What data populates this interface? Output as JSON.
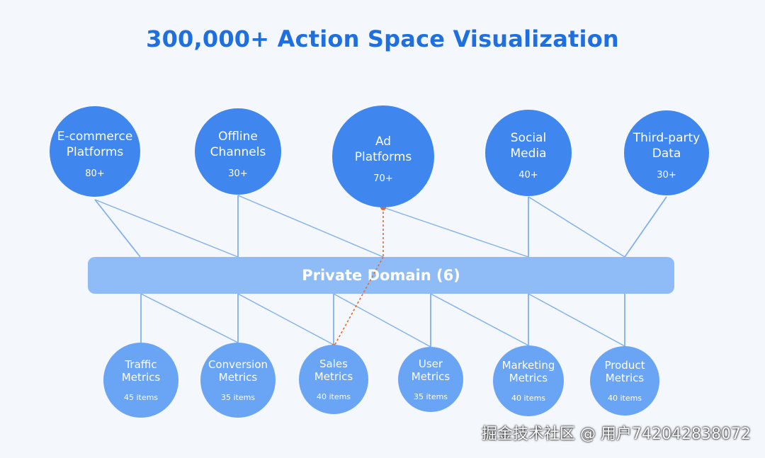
{
  "title": "300,000+ Action Space Visualization",
  "private_domain": {
    "label": "Private Domain (6)"
  },
  "top_nodes": [
    {
      "lines": [
        "E-commerce",
        "Platforms"
      ],
      "count": "80+"
    },
    {
      "lines": [
        "Offline",
        "Channels"
      ],
      "count": "30+"
    },
    {
      "lines": [
        "Ad",
        "Platforms"
      ],
      "count": "70+"
    },
    {
      "lines": [
        "Social",
        "Media"
      ],
      "count": "40+"
    },
    {
      "lines": [
        "Third-party",
        "Data"
      ],
      "count": "30+"
    }
  ],
  "bottom_nodes": [
    {
      "lines": [
        "Traffic",
        "Metrics"
      ],
      "count": "45 items"
    },
    {
      "lines": [
        "Conversion",
        "Metrics"
      ],
      "count": "35 items"
    },
    {
      "lines": [
        "Sales",
        "Metrics"
      ],
      "count": "40 items"
    },
    {
      "lines": [
        "User",
        "Metrics"
      ],
      "count": "35 items"
    },
    {
      "lines": [
        "Marketing",
        "Metrics"
      ],
      "count": "40 items"
    },
    {
      "lines": [
        "Product",
        "Metrics"
      ],
      "count": "40 items"
    }
  ],
  "highlight_path": {
    "from": "Ad Platforms",
    "to": "Sales Metrics"
  },
  "colors": {
    "title": "#1e6fe0",
    "top_node": "#3f86ee",
    "bottom_node": "#6aa5f5",
    "bar": "#8fbcf6",
    "link": "#7fb0ee",
    "highlight": "#e8672a"
  },
  "watermark": "掘金技术社区 @ 用户742042838072"
}
